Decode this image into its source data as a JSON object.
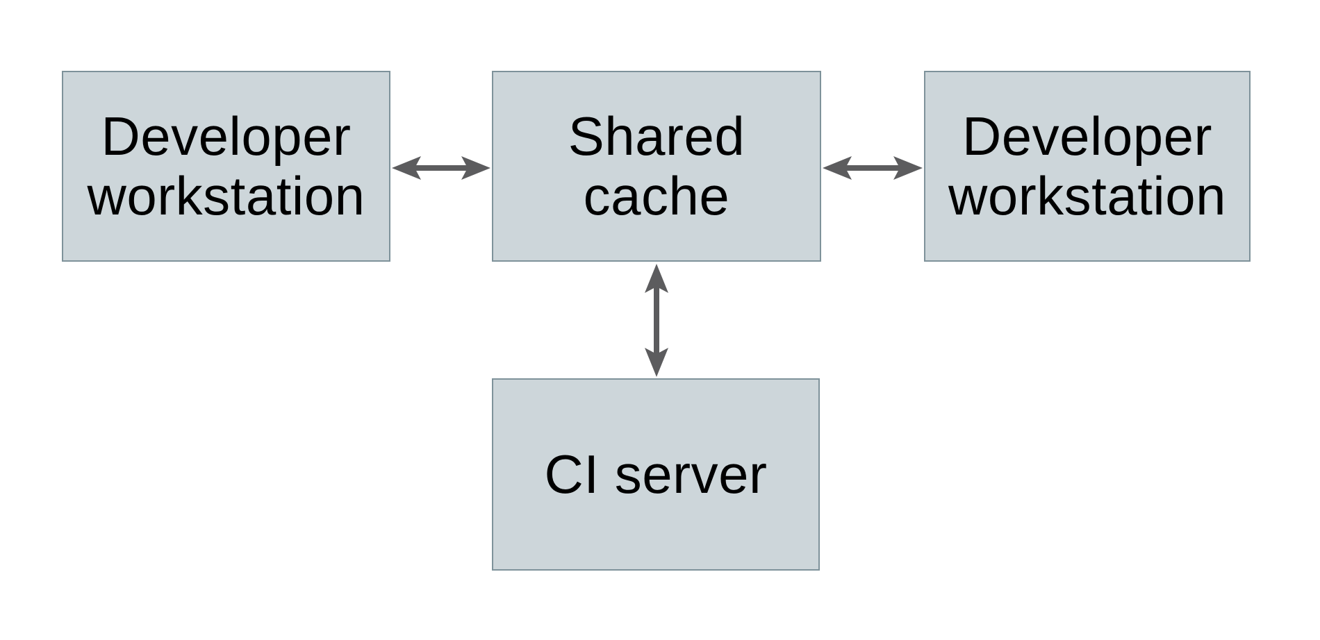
{
  "diagram": {
    "nodes": [
      {
        "id": "dev-workstation-left",
        "label": "Developer\nworkstation"
      },
      {
        "id": "shared-cache",
        "label": "Shared\ncache"
      },
      {
        "id": "dev-workstation-right",
        "label": "Developer\nworkstation"
      },
      {
        "id": "ci-server",
        "label": "CI server"
      }
    ],
    "edges": [
      {
        "from": "dev-workstation-left",
        "to": "shared-cache",
        "direction": "bidirectional",
        "icon": "double-headed-arrow-icon"
      },
      {
        "from": "shared-cache",
        "to": "dev-workstation-right",
        "direction": "bidirectional",
        "icon": "double-headed-arrow-icon"
      },
      {
        "from": "shared-cache",
        "to": "ci-server",
        "direction": "bidirectional",
        "icon": "double-headed-arrow-icon"
      }
    ]
  },
  "theme": {
    "background": "#ffffff",
    "node_fill": "#cdd6da",
    "node_border": "#7e929a",
    "node_text": "#000000",
    "arrow_color": "#5c5c5e"
  }
}
